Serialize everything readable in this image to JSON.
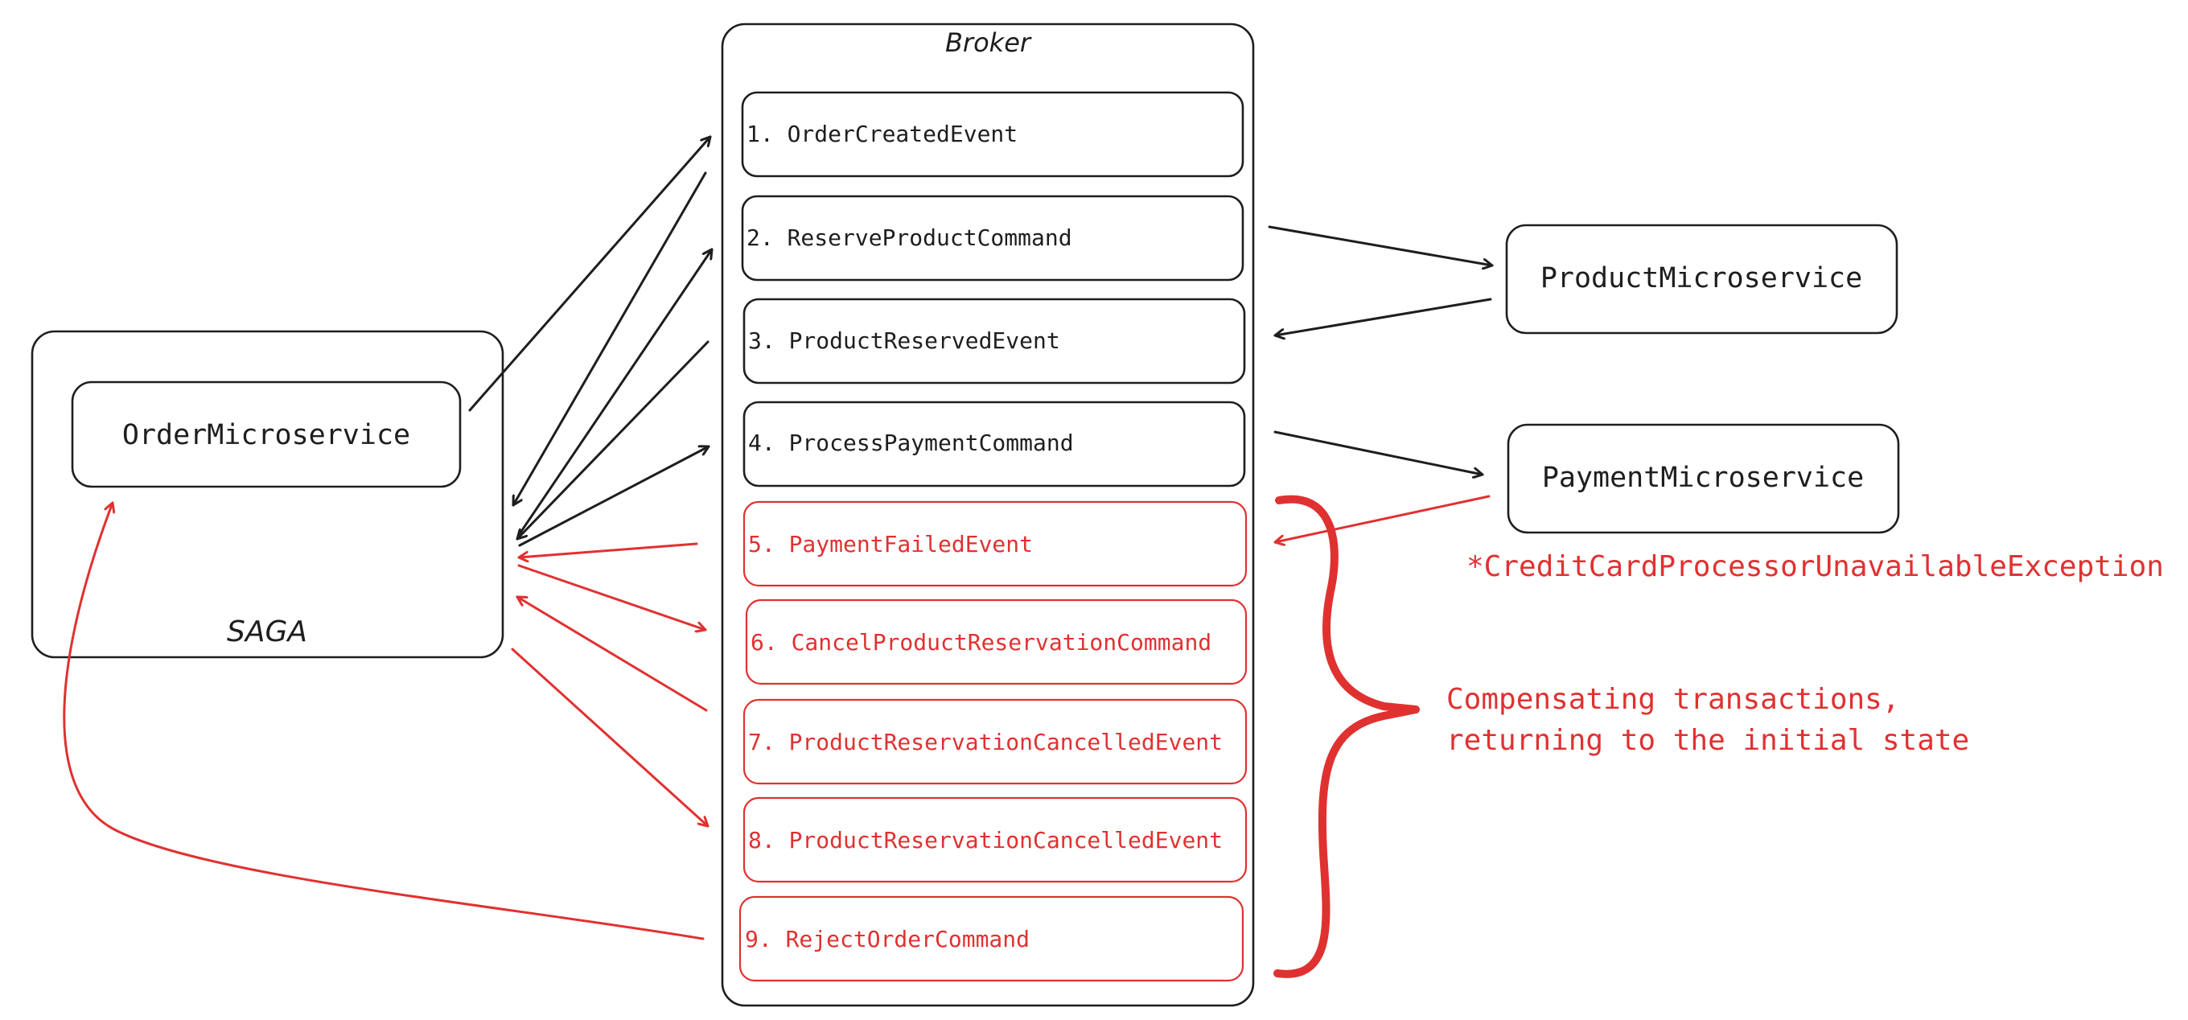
{
  "broker": {
    "title": "Broker"
  },
  "saga": {
    "title": "SAGA",
    "service": "OrderMicroservice"
  },
  "services": {
    "product": "ProductMicroservice",
    "payment": "PaymentMicroservice"
  },
  "messages": [
    {
      "label": "1. OrderCreatedEvent",
      "color": "#1e1e1e"
    },
    {
      "label": "2. ReserveProductCommand",
      "color": "#1e1e1e"
    },
    {
      "label": "3. ProductReservedEvent",
      "color": "#1e1e1e"
    },
    {
      "label": "4. ProcessPaymentCommand",
      "color": "#1e1e1e"
    },
    {
      "label": "5. PaymentFailedEvent",
      "color": "#e03131"
    },
    {
      "label": "6. CancelProductReservationCommand",
      "color": "#e03131"
    },
    {
      "label": "7. ProductReservationCancelledEvent",
      "color": "#e03131"
    },
    {
      "label": "8. ProductReservationCancelledEvent",
      "color": "#e03131"
    },
    {
      "label": "9. RejectOrderCommand",
      "color": "#e03131"
    }
  ],
  "annotations": {
    "exception": "*CreditCardProcessorUnavailableException",
    "compensating_line1": "Compensating transactions,",
    "compensating_line2": "returning to the initial state"
  },
  "colors": {
    "ink": "#1e1e1e",
    "accent": "#e03131",
    "background": "#ffffff"
  }
}
